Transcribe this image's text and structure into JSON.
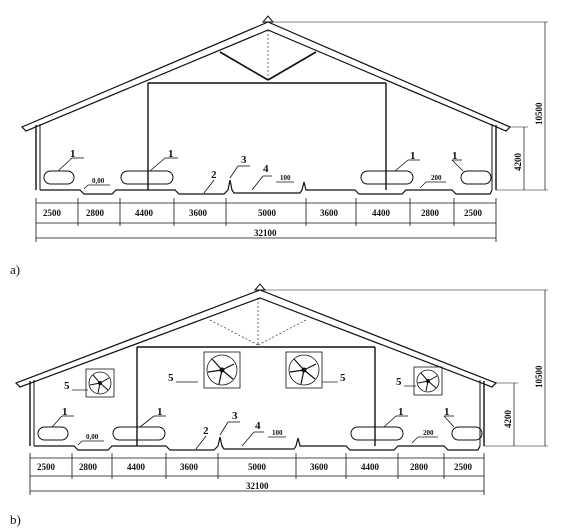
{
  "diagrams": [
    {
      "id": "a",
      "caption": "a)",
      "total_width": "32100",
      "height_total": "10500",
      "height_wall": "4200",
      "level_mark": "0,00",
      "mark_100": "100",
      "mark_200": "200",
      "spans": [
        "2500",
        "2800",
        "4400",
        "3600",
        "5000",
        "3600",
        "4400",
        "2800",
        "2500"
      ],
      "callouts": [
        "1",
        "1",
        "2",
        "3",
        "4",
        "1",
        "1"
      ],
      "fan_labels": []
    },
    {
      "id": "b",
      "caption": "b)",
      "total_width": "32100",
      "height_total": "10500",
      "height_wall": "4200",
      "level_mark": "0,00",
      "mark_100": "100",
      "mark_200": "200",
      "spans": [
        "2500",
        "2800",
        "4400",
        "3600",
        "5000",
        "3600",
        "4400",
        "2800",
        "2500"
      ],
      "callouts": [
        "1",
        "1",
        "2",
        "3",
        "4",
        "1",
        "1"
      ],
      "fan_labels": [
        "5",
        "5",
        "5",
        "5"
      ]
    }
  ],
  "colors": {
    "line": "#111111",
    "roof_fill": "#f2f2f2",
    "fan_fill": "#e6e6e6"
  }
}
